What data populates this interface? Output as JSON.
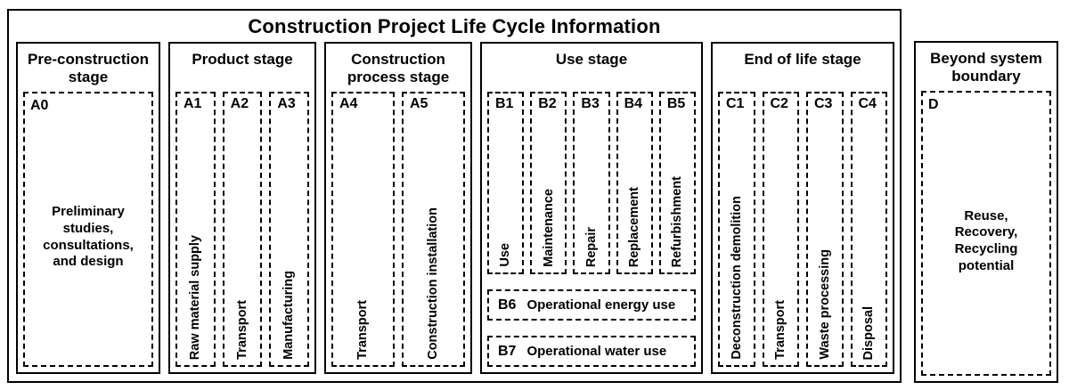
{
  "title": "Construction Project Life Cycle Information",
  "stages": {
    "pre": {
      "heading": "Pre-construction stage",
      "code": "A0",
      "text": "Preliminary\nstudies,\nconsultations,\nand design"
    },
    "product": {
      "heading": "Product stage",
      "columns": [
        {
          "code": "A1",
          "label": "Raw material supply"
        },
        {
          "code": "A2",
          "label": "Transport"
        },
        {
          "code": "A3",
          "label": "Manufacturing"
        }
      ]
    },
    "construction": {
      "heading": "Construction process stage",
      "columns": [
        {
          "code": "A4",
          "label": "Transport"
        },
        {
          "code": "A5",
          "label": "Construction installation"
        }
      ]
    },
    "use": {
      "heading": "Use stage",
      "columns": [
        {
          "code": "B1",
          "label": "Use"
        },
        {
          "code": "B2",
          "label": "Maintenance"
        },
        {
          "code": "B3",
          "label": "Repair"
        },
        {
          "code": "B4",
          "label": "Replacement"
        },
        {
          "code": "B5",
          "label": "Refurbishment"
        }
      ],
      "rows": [
        {
          "code": "B6",
          "label": "Operational energy use"
        },
        {
          "code": "B7",
          "label": "Operational water use"
        }
      ]
    },
    "end": {
      "heading": "End of life stage",
      "columns": [
        {
          "code": "C1",
          "label": "Deconstruction demolition"
        },
        {
          "code": "C2",
          "label": "Transport"
        },
        {
          "code": "C3",
          "label": "Waste processing"
        },
        {
          "code": "C4",
          "label": "Disposal"
        }
      ]
    },
    "beyond": {
      "heading": "Beyond system boundary",
      "code": "D",
      "text": "Reuse,\nRecovery,\nRecycling\npotential"
    }
  }
}
